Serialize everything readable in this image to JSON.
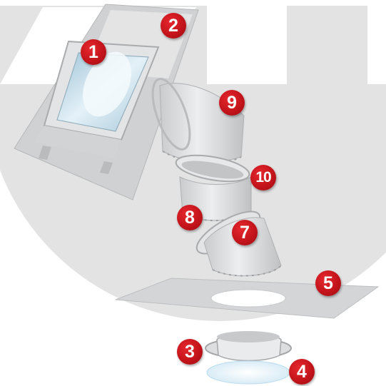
{
  "callouts": [
    {
      "id": "c1",
      "label": "1"
    },
    {
      "id": "c2",
      "label": "2"
    },
    {
      "id": "c3",
      "label": "3"
    },
    {
      "id": "c4",
      "label": "4"
    },
    {
      "id": "c5",
      "label": "5"
    },
    {
      "id": "c7",
      "label": "7"
    },
    {
      "id": "c8",
      "label": "8"
    },
    {
      "id": "c9",
      "label": "9"
    },
    {
      "id": "c10",
      "label": "10"
    }
  ],
  "colors": {
    "badge": "#c4141b",
    "background_disc": "#e3e3e3",
    "tube": "#d6d8da",
    "dome": "#cfe6f2"
  }
}
